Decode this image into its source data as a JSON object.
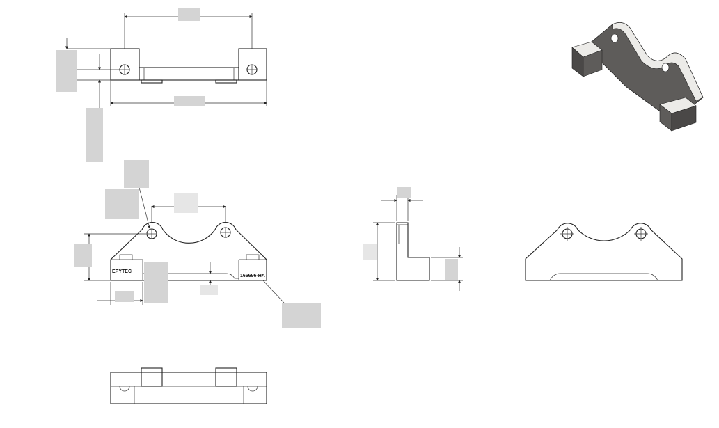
{
  "drawing": {
    "logo_text": "EPYTEC",
    "part_number": "166696-HA",
    "views": [
      "top-view",
      "front-view",
      "side-view",
      "right-front-view",
      "bottom-view",
      "isometric-view"
    ]
  },
  "colors": {
    "line": "#222222",
    "iso_dark": "#5e5c5a",
    "iso_light": "#ecebe8"
  }
}
